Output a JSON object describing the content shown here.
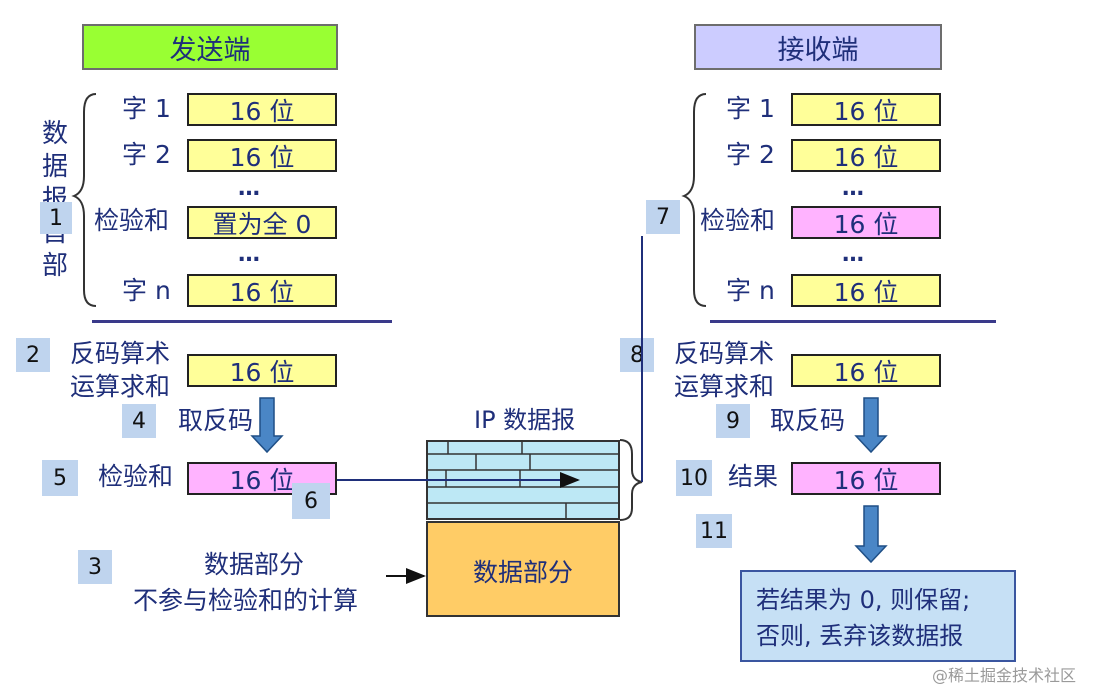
{
  "sender": {
    "title": "发送端",
    "header_label": [
      "数",
      "据",
      "报",
      "首",
      "部"
    ],
    "rows": [
      {
        "label": "字 1",
        "value": "16 位"
      },
      {
        "label": "字 2",
        "value": "16 位"
      },
      {
        "label": "检验和",
        "value": "置为全 0"
      },
      {
        "label": "字 n",
        "value": "16 位"
      }
    ],
    "dots": "…",
    "sum_label_1": "反码算术",
    "sum_label_2": "运算求和",
    "sum_value": "16 位",
    "invert_label": "取反码",
    "checksum_label": "检验和",
    "checksum_value": "16 位",
    "data_note_1": "数据部分",
    "data_note_2": "不参与检验和的计算"
  },
  "receiver": {
    "title": "接收端",
    "rows": [
      {
        "label": "字 1",
        "value": "16 位"
      },
      {
        "label": "字 2",
        "value": "16 位"
      },
      {
        "label": "检验和",
        "value": "16 位"
      },
      {
        "label": "字 n",
        "value": "16 位"
      }
    ],
    "dots": "…",
    "sum_label_1": "反码算术",
    "sum_label_2": "运算求和",
    "sum_value": "16 位",
    "invert_label": "取反码",
    "result_label": "结果",
    "result_value": "16 位",
    "decision_1": "若结果为 0, 则保留;",
    "decision_2": "否则,  丢弃该数据报"
  },
  "ip": {
    "title": "IP 数据报",
    "data_part": "数据部分"
  },
  "steps": [
    "1",
    "2",
    "3",
    "4",
    "5",
    "6",
    "7",
    "8",
    "9",
    "10",
    "11"
  ],
  "watermark": "@稀土掘金技术社区",
  "colors": {
    "sender_header": "#99ff33",
    "receiver_header": "#ccccff",
    "word_box": "#ffff99",
    "checksum_box": "#ffb3ff",
    "header_grid": "#bde8f5",
    "data_part": "#ffcc66",
    "decision_box": "#c6e0f5",
    "arrow": "#4a86c6",
    "step_badge": "#bfd4ee",
    "text": "#1f2f7a"
  }
}
